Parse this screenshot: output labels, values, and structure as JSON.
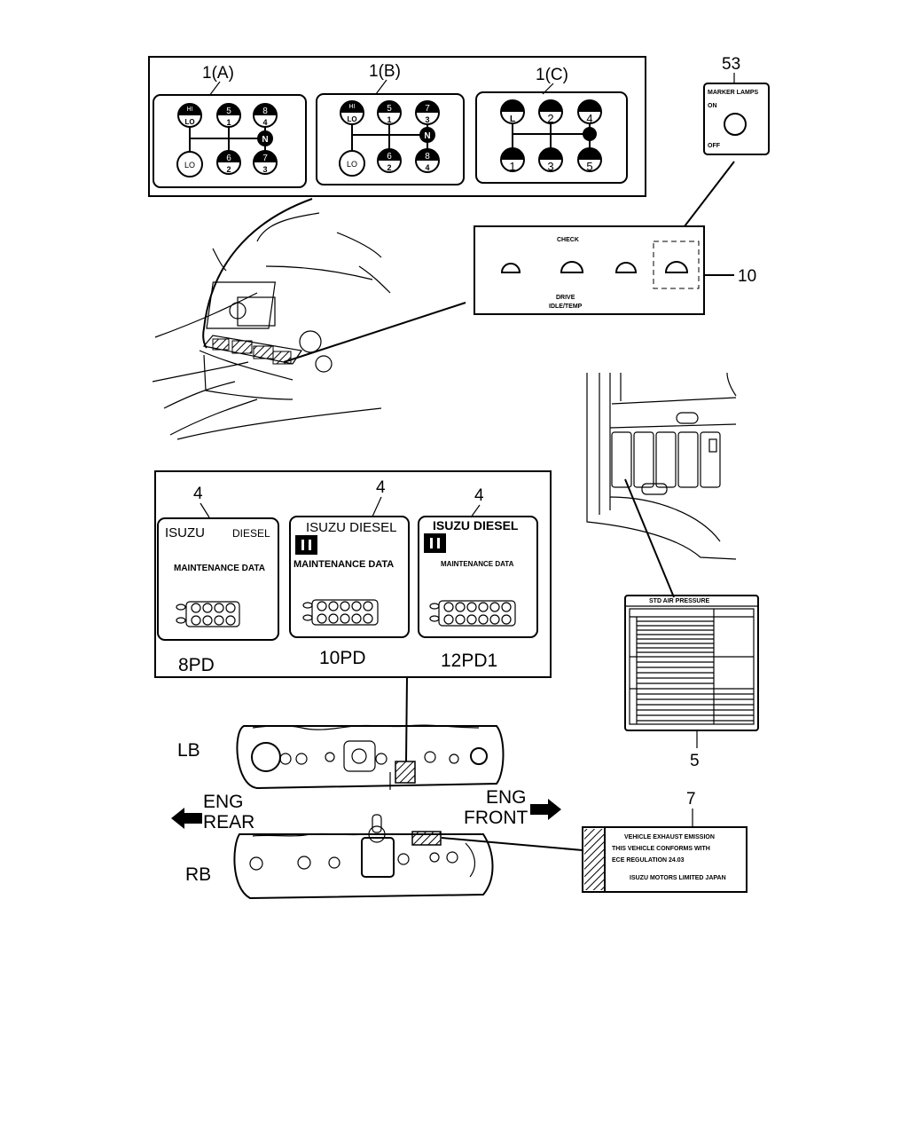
{
  "callouts": {
    "c1a": "1(A)",
    "c1b": "1(B)",
    "c1c": "1(C)",
    "c53": "53",
    "c10": "10",
    "c4": "4",
    "c5": "5",
    "c7": "7"
  },
  "shift_patterns": {
    "a": {
      "hi": "HI",
      "lo_top": "LO",
      "lo": "LO",
      "n": "N",
      "top": [
        "5",
        "8"
      ],
      "top_sub": [
        "1",
        "4"
      ],
      "bottom": [
        "6",
        "7"
      ],
      "bottom_sub": [
        "2",
        "3"
      ]
    },
    "b": {
      "hi": "HI",
      "lo_top": "LO",
      "lo": "LO",
      "n": "N",
      "top": [
        "5",
        "7"
      ],
      "top_sub": [
        "1",
        "3"
      ],
      "bottom": [
        "6",
        "8"
      ],
      "bottom_sub": [
        "2",
        "4"
      ]
    },
    "c": {
      "top": [
        "2",
        "4"
      ],
      "bottom": [
        "1",
        "3",
        "5"
      ],
      "lo_top": "L"
    }
  },
  "marker_panel": {
    "title": "MARKER LAMPS",
    "on": "ON",
    "off": "OFF"
  },
  "check_panel": {
    "check": "CHECK",
    "drive": "DRIVE",
    "idle": "IDLE/TEMP"
  },
  "maintenance": {
    "plate_a": {
      "brand": "ISUZU",
      "type": "DIESEL",
      "label": "MAINTENANCE DATA",
      "model": "8PD"
    },
    "plate_b": {
      "brand": "ISUZU DIESEL",
      "label": "MAINTENANCE DATA",
      "model": "10PD"
    },
    "plate_c": {
      "brand": "ISUZU DIESEL",
      "label": "MAINTENANCE DATA",
      "model": "12PD1"
    }
  },
  "air_label": {
    "title": "STD AIR PRESSURE"
  },
  "engine": {
    "lb": "LB",
    "rb": "RB",
    "rear": [
      "ENG",
      "REAR"
    ],
    "front": [
      "ENG",
      "FRONT"
    ]
  },
  "emission": {
    "lines": [
      "VEHICLE EXHAUST EMISSION",
      "THIS VEHICLE CONFORMS WITH",
      "ECE REGULATION 24.03",
      "ISUZU MOTORS LIMITED JAPAN"
    ]
  }
}
